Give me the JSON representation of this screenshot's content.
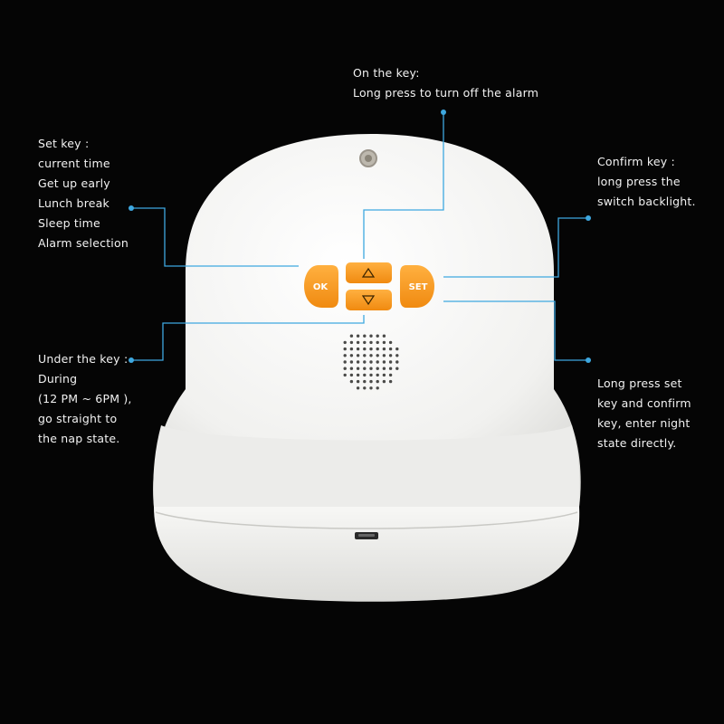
{
  "labels": {
    "top_key": [
      "On the key:",
      "Long press to turn off the alarm"
    ],
    "set_key": [
      "Set key :",
      "current time",
      "Get up early",
      "Lunch break",
      "Sleep time",
      "Alarm selection"
    ],
    "confirm_key": [
      "Confirm key :",
      "long press the",
      "switch backlight."
    ],
    "under_key": [
      "Under the key :",
      "During",
      "(12 PM ~ 6PM ),",
      "go straight to",
      "the nap state."
    ],
    "night_state": [
      "Long press set",
      "key and confirm",
      "key, enter night",
      "state directly."
    ]
  },
  "buttons": {
    "ok": "OK",
    "set": "SET"
  },
  "colors": {
    "background": "#050505",
    "device_body": "#f4f4f2",
    "button_orange": "#ff9a1f",
    "leader_line": "#3ea8e0"
  }
}
